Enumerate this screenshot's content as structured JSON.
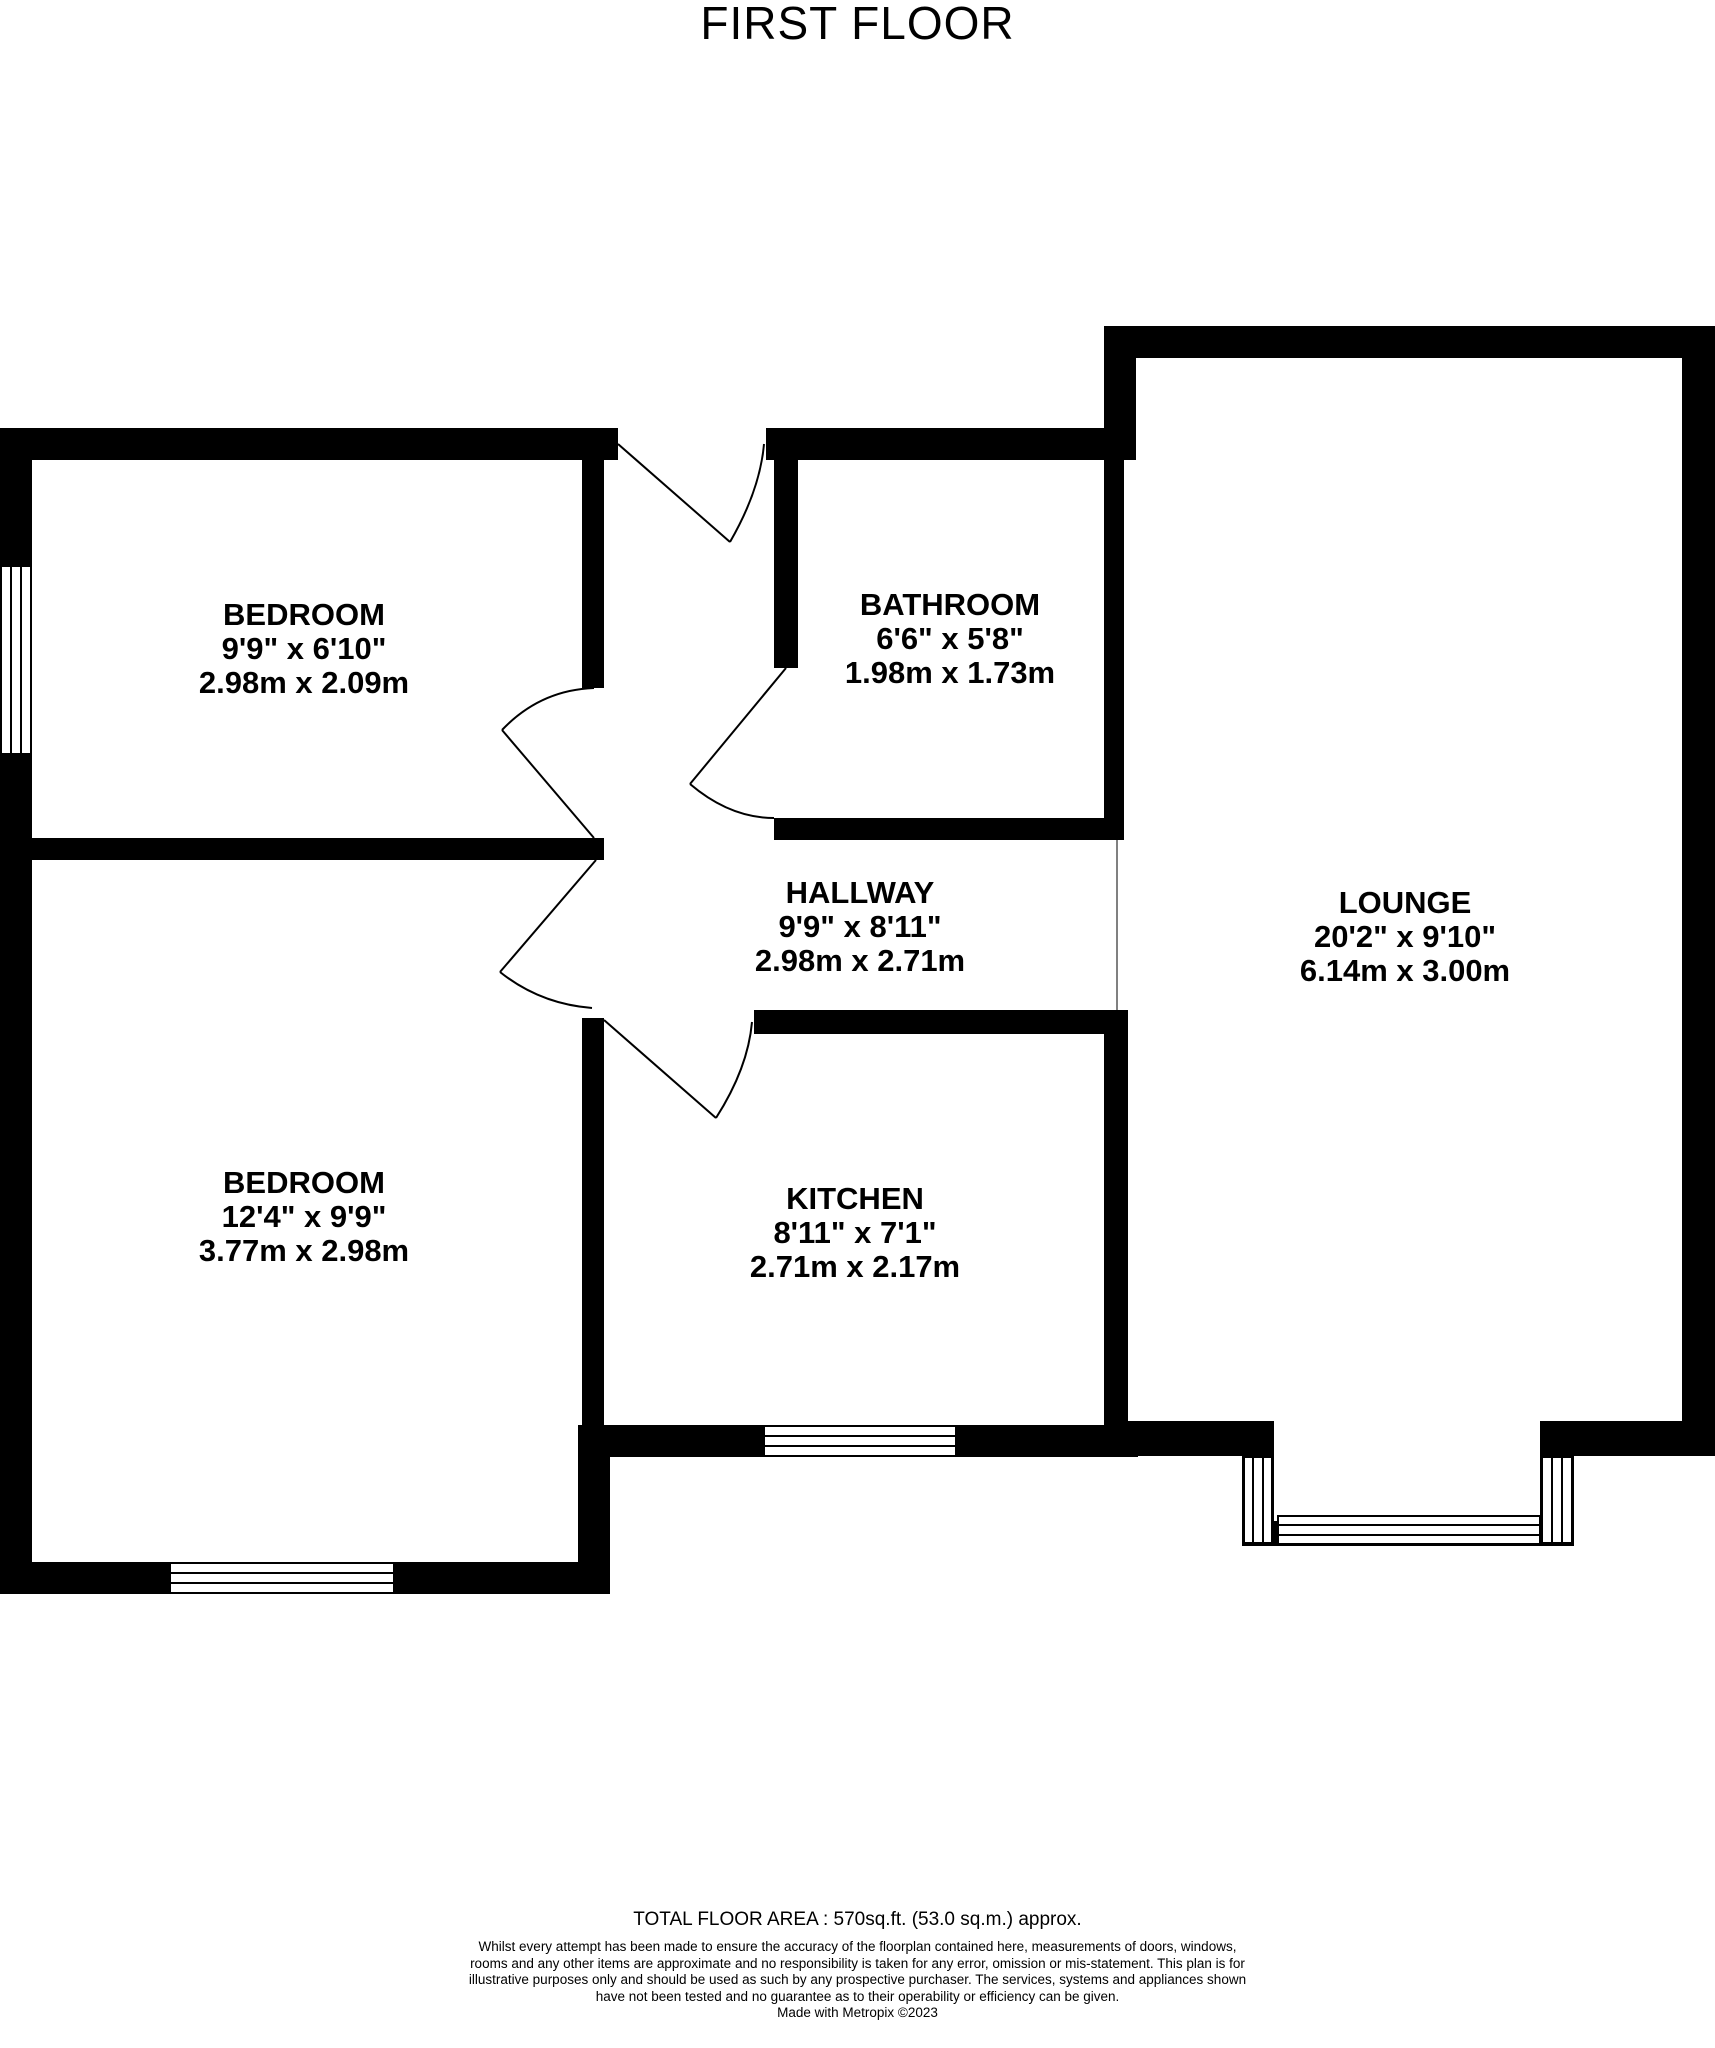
{
  "plan": {
    "title": "FIRST FLOOR"
  },
  "rooms": {
    "bedroom1": {
      "name": "BEDROOM",
      "imperial": "9'9\"  x 6'10\"",
      "metric": "2.98m  x 2.09m"
    },
    "bathroom": {
      "name": "BATHROOM",
      "imperial": "6'6\"  x 5'8\"",
      "metric": "1.98m  x 1.73m"
    },
    "hallway": {
      "name": "HALLWAY",
      "imperial": "9'9\"  x 8'11\"",
      "metric": "2.98m  x 2.71m"
    },
    "lounge": {
      "name": "LOUNGE",
      "imperial": "20'2\"  x 9'10\"",
      "metric": "6.14m  x 3.00m"
    },
    "bedroom2": {
      "name": "BEDROOM",
      "imperial": "12'4\"  x 9'9\"",
      "metric": "3.77m  x 2.98m"
    },
    "kitchen": {
      "name": "KITCHEN",
      "imperial": "8'11\"  x 7'1\"",
      "metric": "2.71m  x 2.17m"
    }
  },
  "footer": {
    "total_area": "TOTAL FLOOR AREA : 570sq.ft. (53.0 sq.m.) approx.",
    "disclaimer": "Whilst every attempt has been made to ensure the accuracy of the floorplan contained here, measurements of doors, windows, rooms and any other items are approximate and no responsibility is taken for any error, omission or mis-statement. This plan is for illustrative purposes only and should be used as such by any prospective purchaser. The services, systems and appliances shown have not been tested and no guarantee as to their operability or efficiency can be given.",
    "made_with": "Made with Metropix ©2023"
  },
  "colors": {
    "wall": "#000000",
    "background": "#ffffff",
    "window": "#ffffff"
  }
}
